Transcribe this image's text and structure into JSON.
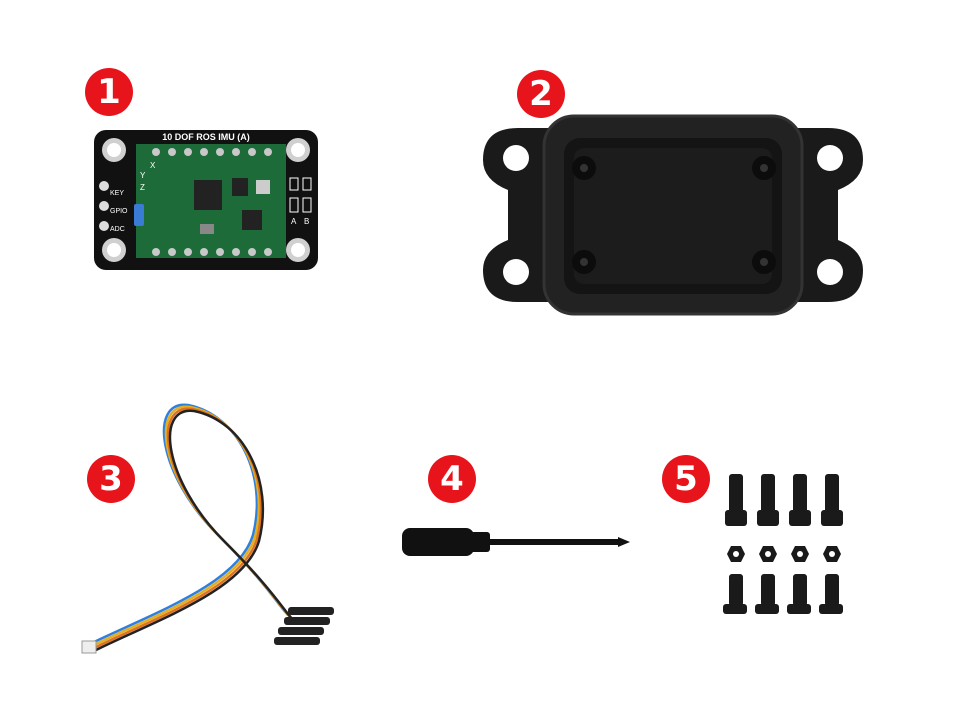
{
  "items": [
    {
      "number": "1",
      "board_title": "10 DOF ROS IMU (A)",
      "pin_labels": [
        "KEY",
        "GPIO",
        "ADC"
      ],
      "axis_labels": [
        "X",
        "Y",
        "Z"
      ],
      "jumper_labels": [
        "A",
        "B"
      ]
    },
    {
      "number": "2"
    },
    {
      "number": "3"
    },
    {
      "number": "4"
    },
    {
      "number": "5"
    }
  ],
  "colors": {
    "badge": "#e8141b",
    "pcb": "#1e6b3a",
    "carrier": "#111111",
    "case": "#1a1a1a"
  }
}
